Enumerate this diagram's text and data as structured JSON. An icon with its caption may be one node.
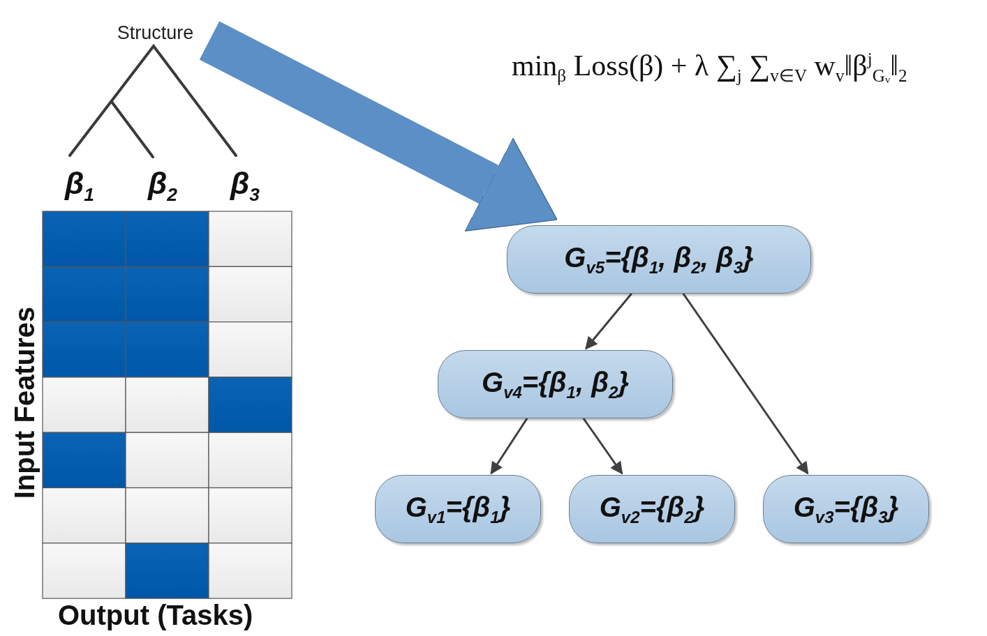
{
  "diagram": {
    "nodes": [
      {
        "text": [
          "Structure"
        ]
      },
      {
        "text": [
          "G$_{v5}$={β$_{1}$, β$_{2}$, β$_{3}$}"
        ]
      },
      {
        "text": [
          "G$_{v4}$={β$_{1}$, β$_{2}$}"
        ]
      },
      {
        "text": [
          "G$_{v1}$={β$_{1}$}"
        ]
      },
      {
        "text": [
          "G$_{v2}$={β$_{2}$}"
        ]
      },
      {
        "text": [
          "G$_{v3}$={β$_{3}$}"
        ]
      }
    ],
    "edges": [
      {
        "from": 0,
        "to": 1,
        "arrow": "to",
        "style": "thick",
        "color": "#5b8fc5"
      },
      {
        "from": 1,
        "to": 2,
        "arrow": "to"
      },
      {
        "from": 1,
        "to": 5,
        "arrow": "to"
      },
      {
        "from": 2,
        "to": 3,
        "arrow": "to"
      },
      {
        "from": 2,
        "to": 4,
        "arrow": "to"
      }
    ],
    "labels": [
      "min$_{β}$ Loss(β) + λ ∑$_{j}$ ∑$_{v∈V}$ w$_{v}$‖β$^{j}$$_{Gᵥ}$‖$_{2}$",
      "β$_{1}$",
      "β$_{2}$",
      "β$_{3}$",
      "Input Features",
      "Output (Tasks)"
    ]
  }
}
